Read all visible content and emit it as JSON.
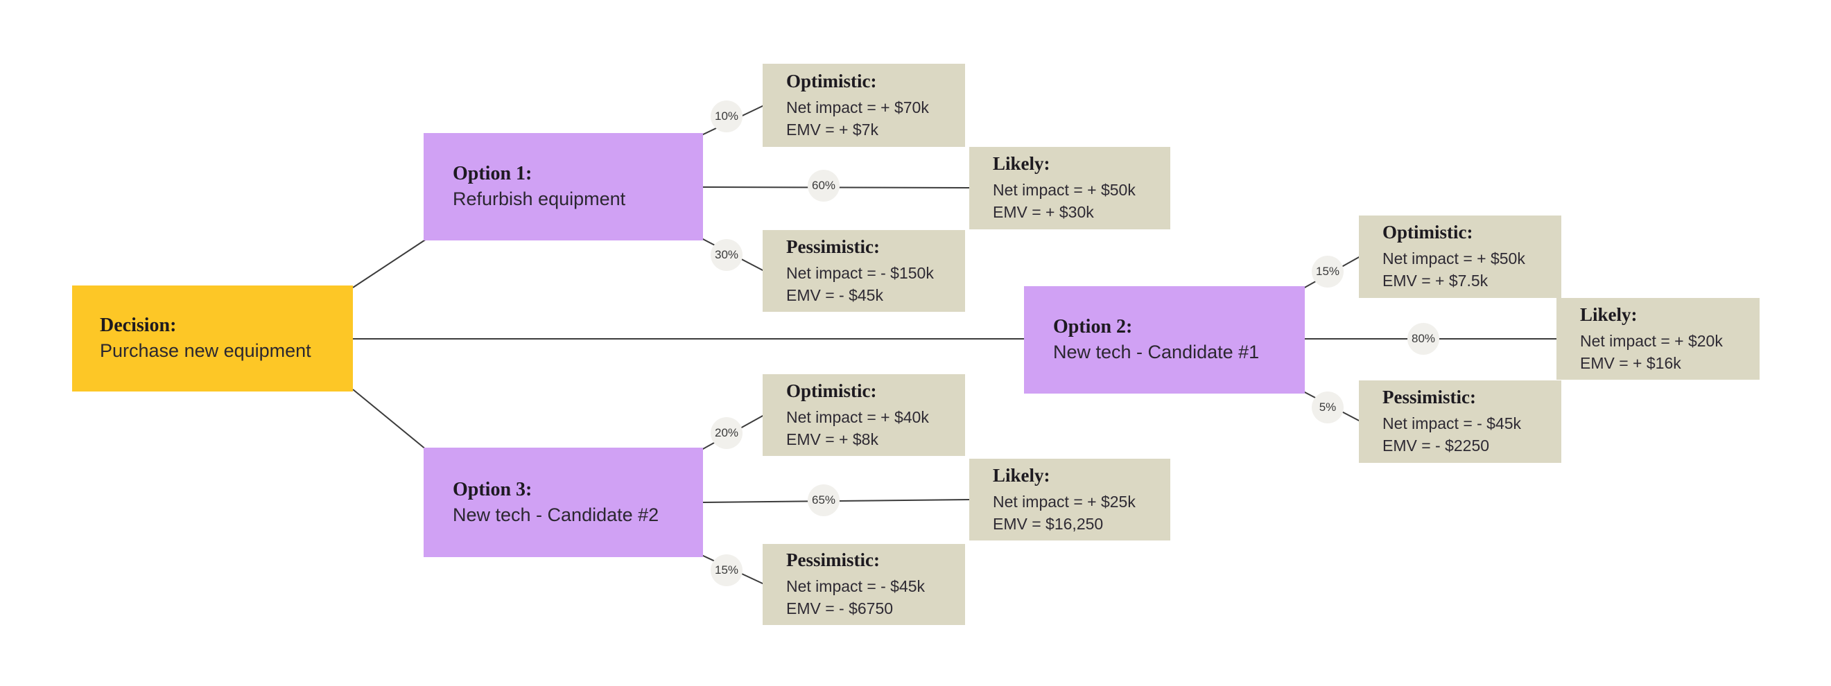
{
  "colors": {
    "decision_fill": "#fdc726",
    "option_fill": "#d0a1f4",
    "outcome_fill": "#dbd8c3",
    "badge_fill": "#f1f0ec",
    "line_color": "#3b3b3b",
    "background": "#ffffff"
  },
  "decision": {
    "title": "Decision:",
    "subtitle": "Purchase new equipment"
  },
  "options": [
    {
      "title": "Option 1:",
      "subtitle": "Refurbish equipment",
      "outcomes": [
        {
          "title": "Optimistic:",
          "probability": "10%",
          "net_impact": "Net impact = + $70k",
          "emv": "EMV = + $7k"
        },
        {
          "title": "Likely:",
          "probability": "60%",
          "net_impact": "Net impact = + $50k",
          "emv": "EMV = + $30k"
        },
        {
          "title": "Pessimistic:",
          "probability": "30%",
          "net_impact": "Net impact = - $150k",
          "emv": "EMV = - $45k"
        }
      ]
    },
    {
      "title": "Option 2:",
      "subtitle": "New tech - Candidate #1",
      "outcomes": [
        {
          "title": "Optimistic:",
          "probability": "15%",
          "net_impact": "Net impact = + $50k",
          "emv": "EMV = + $7.5k"
        },
        {
          "title": "Likely:",
          "probability": "80%",
          "net_impact": "Net impact = + $20k",
          "emv": "EMV = + $16k"
        },
        {
          "title": "Pessimistic:",
          "probability": "5%",
          "net_impact": "Net impact = - $45k",
          "emv": "EMV = - $2250"
        }
      ]
    },
    {
      "title": "Option 3:",
      "subtitle": "New tech - Candidate #2",
      "outcomes": [
        {
          "title": "Optimistic:",
          "probability": "20%",
          "net_impact": "Net impact = + $40k",
          "emv": "EMV = + $8k"
        },
        {
          "title": "Likely:",
          "probability": "65%",
          "net_impact": "Net impact = + $25k",
          "emv": "EMV = $16,250"
        },
        {
          "title": "Pessimistic:",
          "probability": "15%",
          "net_impact": "Net impact = - $45k",
          "emv": "EMV = - $6750"
        }
      ]
    }
  ]
}
